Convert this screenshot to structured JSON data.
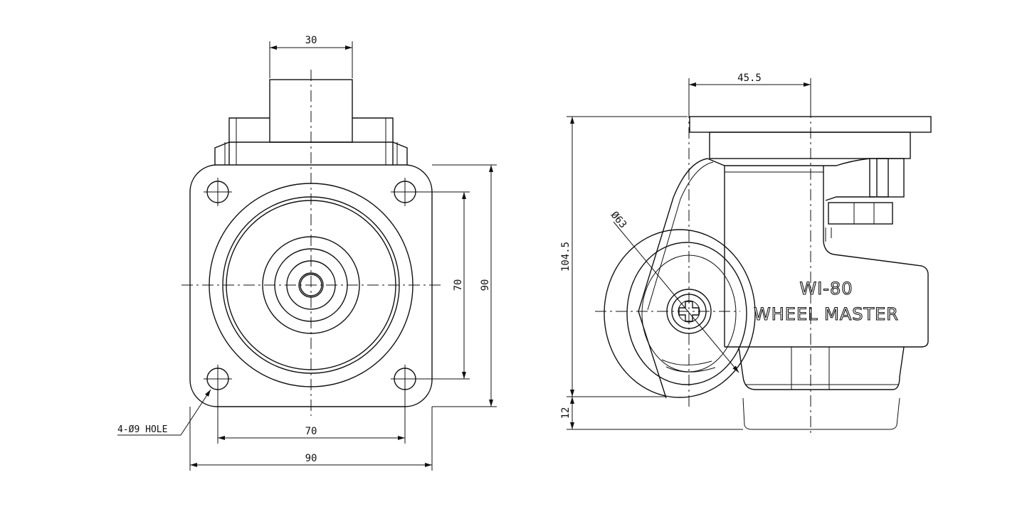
{
  "front_view": {
    "dims": {
      "top_width": "30",
      "bolt_spacing_vertical": "70",
      "plate_height": "90",
      "bolt_spacing_horizontal": "70",
      "plate_width": "90"
    },
    "hole_callout": "4-Ø9 HOLE"
  },
  "side_view": {
    "dims": {
      "offset": "45.5",
      "total_height": "104.5",
      "bottom_gap": "12",
      "wheel_diameter": "Ø63"
    },
    "model": "WI-80",
    "brand": "WHEEL MASTER"
  }
}
